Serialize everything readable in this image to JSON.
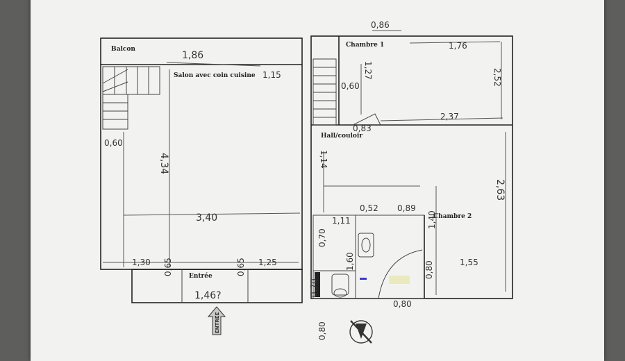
{
  "rooms": {
    "balcon": "Balcon",
    "salon": "Salon avec coin cuisine",
    "entree": "Entrée",
    "chambre1": "Chambre 1",
    "hall": "Hall/couloir",
    "chambre2": "Chambre 2"
  },
  "entry_arrow_label": "ENTRÉE",
  "dimensions": {
    "d_186": "1,86",
    "d_115": "1,15",
    "d_434": "4,34",
    "d_060": "0,60",
    "d_340": "3,40",
    "d_130": "1,30",
    "d_125": "1,25",
    "d_065a": "0,65",
    "d_146": "1,46?",
    "d_065b": "0,65",
    "d_086": "0,86",
    "d_176": "1,76",
    "d_127": "1,27",
    "d_060b": "0,60",
    "d_252": "2,52",
    "d_237": "2,37",
    "d_083": "0,83",
    "d_114": "1,14",
    "d_263": "2,63",
    "d_052": "0,52",
    "d_089": "0,89",
    "d_140": "1,40",
    "d_070": "0,70",
    "d_111": "1,11",
    "d_160": "1,60",
    "d_080": "0,80",
    "d_155": "1,55",
    "d_080b": "0,80",
    "d_070b": "0,70",
    "d_080c": "0,80"
  },
  "colors": {
    "paper": "#f2f3f1",
    "background": "#5e5f5c",
    "ink": "#222222"
  }
}
